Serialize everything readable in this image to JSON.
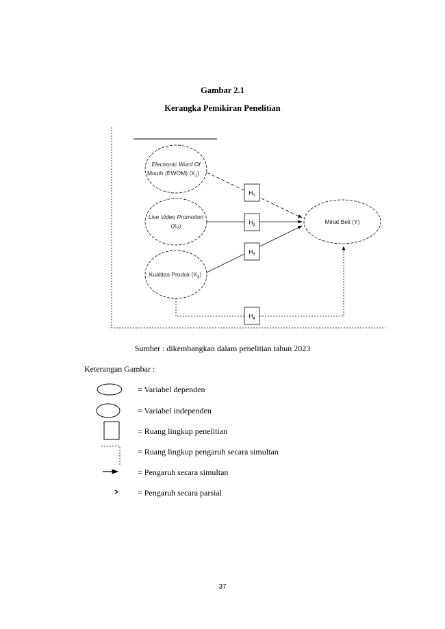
{
  "title": "Gambar 2.1",
  "subtitle": "Kerangka Pemikiran Penelitian",
  "diagram": {
    "x1_line1": "Electronic Word Of",
    "x1_line2": "Mouth (EWOM) (X",
    "x1_sub": "1",
    "x2_line1": "Live Video Promotion",
    "x2_line2": "(X",
    "x2_sub": "2",
    "x3_line1": "Kualitas Produk (X",
    "x3_sub": "3",
    "y_label": "Minat Beli (Y)",
    "h1": "H",
    "h1_sub": "1",
    "h2": "H",
    "h2_sub": "2",
    "h3": "H",
    "h3_sub": "3",
    "h4": "H",
    "h4_sub": "4"
  },
  "source": "Sumber : dikembangkan dalam penelitian tahun 2023",
  "legend_title": "Keterangan Gambar :",
  "legend": [
    {
      "text": "= Variabel dependen"
    },
    {
      "text": "= Variabel independen"
    },
    {
      "text": "= Ruang lingkup penelitian"
    },
    {
      "text": "= Ruang lingkup pengaruh secara simultan"
    },
    {
      "text": "= Pengaruh secara simultan"
    },
    {
      "text": "= Pengaruh secara parsial"
    }
  ],
  "page_number": "37"
}
